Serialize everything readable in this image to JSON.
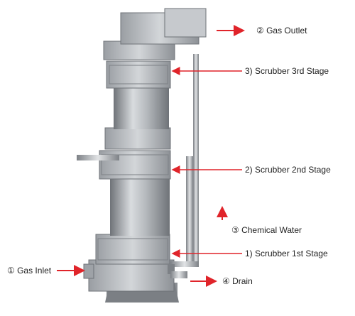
{
  "labels": {
    "gas_outlet": "② Gas Outlet",
    "stage3": "3) Scrubber 3rd Stage",
    "stage2": "2) Scrubber 2nd Stage",
    "chemical_water": "③ Chemical Water",
    "stage1": "1) Scrubber 1st Stage",
    "gas_inlet": "① Gas Inlet",
    "drain": "④ Drain"
  },
  "colors": {
    "arrow": "#e0242a",
    "metal_light": "#d9dcdf",
    "metal_mid": "#a9adb2",
    "metal_dark": "#6f7378",
    "flange": "#c4c7cb"
  }
}
